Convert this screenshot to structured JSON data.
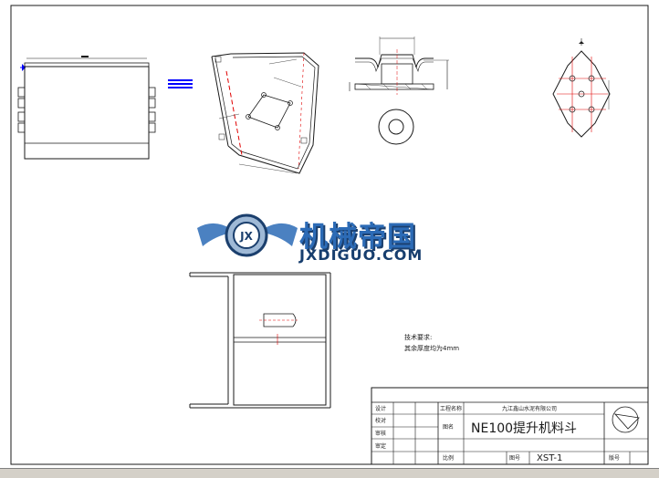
{
  "watermark": {
    "title": "机械帝国",
    "subtitle": "JXDIGUO.COM",
    "logo_text": "JX",
    "brand_color": "#2c6bb6"
  },
  "technical_notes": {
    "heading": "技术要求:",
    "line1": "其余厚度均为4mm"
  },
  "title_block": {
    "company": "九江鑫山水泥有限公司",
    "drawing_name": "NE100提升机料斗",
    "drawing_number": "XST-1",
    "row_labels": [
      "设计",
      "校对",
      "审核",
      "审定"
    ],
    "label_project": "工程名称",
    "label_name": "图名",
    "label_scale": "比例",
    "label_drawing_no": "图号",
    "label_version": "版号"
  },
  "line_color": "#1a1a1a",
  "accent_color": "#0000ff",
  "dimension_color": "#00a000",
  "red_color": "#e00000"
}
